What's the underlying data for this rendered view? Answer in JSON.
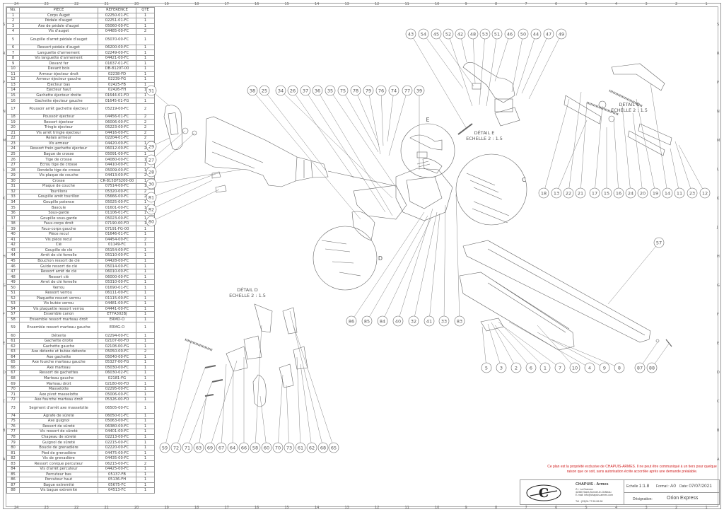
{
  "ruler": {
    "numbers": [
      "24",
      "23",
      "22",
      "21",
      "20",
      "19",
      "18",
      "17",
      "16",
      "15",
      "14",
      "13",
      "12",
      "11",
      "10",
      "9",
      "8",
      "7",
      "6",
      "5",
      "4",
      "3",
      "2",
      "1"
    ],
    "letters": [
      "S",
      "R",
      "P",
      "N",
      "M",
      "L",
      "K",
      "J",
      "H",
      "G",
      "F",
      "E",
      "D",
      "C",
      "B",
      "A"
    ]
  },
  "table": {
    "headers": {
      "no": "No.",
      "piece": "PIECE",
      "reference": "REFERENCE",
      "qte": "QTE"
    },
    "rows": [
      [
        "1",
        "Corps Auget",
        "02250-01-FC",
        "1"
      ],
      [
        "2",
        "Pédale d'auget",
        "02251-01-FC",
        "1"
      ],
      [
        "3",
        "Axe de pédale d'auget",
        "05060-00-FC",
        "1"
      ],
      [
        "4",
        "Vis d'auget",
        "04485-00-FC",
        "2"
      ],
      [
        "5",
        "Goupille d'arret pédale d'auget",
        "05070-00-FC",
        "1"
      ],
      [
        "6",
        "Ressort pédale d'auget",
        "06200-00-FC",
        "1"
      ],
      [
        "7",
        "Languette d'armement",
        "02249-00-FC",
        "1"
      ],
      [
        "8",
        "Vis languette d'armement",
        "04421-00-FC",
        "1"
      ],
      [
        "9",
        "Devant fer",
        "01637-01-FC",
        "1"
      ],
      [
        "10",
        "Devant bois",
        "DB-8120T-00",
        "1"
      ],
      [
        "11",
        "Armeur éjecteur droit",
        "02238-FD",
        "1"
      ],
      [
        "12",
        "Armeur éjecteur gauche",
        "02239-FG",
        "1"
      ],
      [
        "13",
        "Ejecteur bas",
        "02425-FB",
        "1"
      ],
      [
        "14",
        "Ejecteur haut",
        "02426-FH",
        "1"
      ],
      [
        "15",
        "Gachette éjecteur droite",
        "01644-01-FD",
        "1"
      ],
      [
        "16",
        "Gachette éjecteur gauche",
        "01645-01-FG",
        "1"
      ],
      [
        "17",
        "Poussoir arrêt gachette éjecteur",
        "05219-00-FC",
        "2"
      ],
      [
        "18",
        "Poussoir éjecteur",
        "04456-01-FC",
        "2"
      ],
      [
        "19",
        "Ressort éjecteur",
        "06006-00-FC",
        "2"
      ],
      [
        "20",
        "Tringle éjecteur",
        "05223-00-FC",
        "2"
      ],
      [
        "21",
        "Vis arrêt tringle éjecteur",
        "04416-00-FC",
        "2"
      ],
      [
        "22",
        "Relais armeur",
        "02204-01-FC",
        "2"
      ],
      [
        "23",
        "Vis armeur",
        "04420-00-FC",
        "1"
      ],
      [
        "24",
        "Ressort frein gachette éjecteur",
        "06012-00-FC",
        "2"
      ],
      [
        "25",
        "Bague de crosse",
        "05091-00-FC",
        "1"
      ],
      [
        "26",
        "Tige de crosse",
        "04080-00-FC",
        "1"
      ],
      [
        "27",
        "Ecrou tige de crosse",
        "04410-00-FC",
        "1"
      ],
      [
        "28",
        "Rondelle tige de crosse",
        "05009-00-FC",
        "1"
      ],
      [
        "29",
        "Vis plaque de couche",
        "04413-00-FC",
        "2"
      ],
      [
        "30",
        "Crosse",
        "CR-815DFS200-00",
        "1"
      ],
      [
        "31",
        "Plaque de couche",
        "07514-00-FC",
        "1"
      ],
      [
        "32",
        "Tourillons",
        "05320-00-FC",
        "2"
      ],
      [
        "33",
        "Goupille arrêt tourillon",
        "05666-00-FC",
        "2"
      ],
      [
        "34",
        "Goupille potence",
        "05025-00-FC",
        "1"
      ],
      [
        "35",
        "Bascule",
        "01601-00-FC",
        "1"
      ],
      [
        "36",
        "Sous-garde",
        "01106-01-FC",
        "1"
      ],
      [
        "37",
        "Goupille sous-garde",
        "05023-00-FC",
        "1"
      ],
      [
        "38",
        "Faux-corps droit",
        "07190-00-FD",
        "1"
      ],
      [
        "39",
        "Faux-corps gauche",
        "07191-FG-00",
        "1"
      ],
      [
        "40",
        "Pièce recul",
        "01646-01-FC",
        "1"
      ],
      [
        "41",
        "Vis pièce recul",
        "04454-00-FC",
        "2"
      ],
      [
        "42",
        "Clé",
        "01149-FC",
        "1"
      ],
      [
        "43",
        "Goupille de clé",
        "05154-00-FC",
        "1"
      ],
      [
        "44",
        "Arrêt de clé femelle",
        "05110-00-FC",
        "1"
      ],
      [
        "45",
        "Bouchon ressort de clé",
        "04428-00-FC",
        "1"
      ],
      [
        "46",
        "Guide ressort de clé",
        "05014-00-FC",
        "1"
      ],
      [
        "47",
        "Ressort arrêt de clé",
        "06010-00-FC",
        "1"
      ],
      [
        "48",
        "Ressort clé",
        "06000-00-FC",
        "1"
      ],
      [
        "49",
        "Arret de clé femelle",
        "05310-00-FC",
        "1"
      ],
      [
        "50",
        "Verrou",
        "01690-01-FC",
        "1"
      ],
      [
        "51",
        "Ressort verrou",
        "06111-00-FC",
        "1"
      ],
      [
        "52",
        "Plaquette ressort verrou",
        "01115-00-FC",
        "1"
      ],
      [
        "53",
        "Vis butée verrou",
        "04481-00-FC",
        "1"
      ],
      [
        "54",
        "Vis plaquette ressort verrou",
        "04441-00-FC",
        "1"
      ],
      [
        "57",
        "Ensemble canon",
        "ET7A302BJ",
        "1"
      ],
      [
        "58",
        "Ensemble ressort marteau droit",
        "ERMD-O",
        "1"
      ],
      [
        "59",
        "Ensemble ressort marteau gauche",
        "ERMG-O",
        "1"
      ],
      [
        "60",
        "Détente",
        "02294-00-FC",
        "1"
      ],
      [
        "61",
        "Gachette droite",
        "02107-00-FD",
        "1"
      ],
      [
        "62",
        "Gachette gauche",
        "02108-00-FG",
        "1"
      ],
      [
        "63",
        "Axe détente et butée détente",
        "05050-00-FC",
        "2"
      ],
      [
        "64",
        "Axe gachette",
        "05040-00-FC",
        "1"
      ],
      [
        "65",
        "Axe fourche marteau gauche",
        "05327-00-FG",
        "1"
      ],
      [
        "66",
        "Axe marteau",
        "05030-00-FC",
        "1"
      ],
      [
        "67",
        "Ressort de gachettes",
        "06030-02-FC",
        "1"
      ],
      [
        "68",
        "Marteau gauche",
        "02181-FG",
        "1"
      ],
      [
        "69",
        "Marteau droit",
        "02180-00-FD",
        "1"
      ],
      [
        "70",
        "Masselotte",
        "02295-00-FC",
        "1"
      ],
      [
        "71",
        "Axe pivot masselotte",
        "05006-00-FC",
        "1"
      ],
      [
        "72",
        "Axe fourche marteau droit",
        "05326-00-FD",
        "1"
      ],
      [
        "73",
        "Segment d'arrêt axe masselotte",
        "06505-00-FC",
        "1"
      ],
      [
        "74",
        "Agrafe de sûreté",
        "06050-01-FC",
        "1"
      ],
      [
        "75",
        "Axe guignol",
        "05063-00-FC",
        "1"
      ],
      [
        "76",
        "Ressort de sûreté",
        "06380-00-FC",
        "1"
      ],
      [
        "77",
        "Vis ressort de sûreté",
        "04401-00-FC",
        "1"
      ],
      [
        "78",
        "Chapeau de sûreté",
        "02213-00-FC",
        "1"
      ],
      [
        "79",
        "Guignol de sûreté",
        "02215-00-FC",
        "1"
      ],
      [
        "80",
        "Boucle de grenadière",
        "02220-00-FC",
        "1"
      ],
      [
        "81",
        "Pied de grenadière",
        "04475-00-FC",
        "1"
      ],
      [
        "82",
        "Vis de grenadière",
        "04435-00-FC",
        "1"
      ],
      [
        "83",
        "Ressort conique percuteur",
        "06215-00-FC",
        "2"
      ],
      [
        "84",
        "Vis d'arrêt percuteur",
        "04425-00-FC",
        "1"
      ],
      [
        "85",
        "Percuteur bas",
        "05137-FB",
        "1"
      ],
      [
        "86",
        "Percuteur haut",
        "05136-FH",
        "1"
      ],
      [
        "87",
        "Bague extremité",
        "05675-FC",
        "1"
      ],
      [
        "88",
        "Vis bague extremité",
        "04513-FC",
        "1"
      ]
    ]
  },
  "details": {
    "c_title": "DÉTAIL C",
    "c_scale": "ECHELLE 2 : 1.5",
    "e_title": "DÉTAIL E",
    "e_scale": "ECHELLE 2 : 1.5",
    "d_title": "DÉTAIL D",
    "d_scale": "ECHELLE 2 : 1.5",
    "letter_e": "E",
    "letter_c": "C",
    "letter_d": "D"
  },
  "callouts": {
    "detail_e_top": [
      "43",
      "54",
      "45",
      "52",
      "42",
      "48",
      "53",
      "51",
      "46",
      "50",
      "44",
      "47",
      "49"
    ],
    "detail_c_bottom": [
      "18",
      "13",
      "22",
      "21",
      "17",
      "15",
      "16",
      "24",
      "20",
      "19",
      "14",
      "11",
      "23",
      "12"
    ],
    "stock_top": [
      "38",
      "25",
      "34",
      "26",
      "37",
      "36",
      "35",
      "75",
      "78",
      "79",
      "76",
      "74",
      "77",
      "39"
    ],
    "left_column": [
      "31",
      "29",
      "27",
      "28",
      "30",
      "81",
      "82",
      "80"
    ],
    "barrel": [
      "57"
    ],
    "center_bottom": [
      "86",
      "85",
      "84",
      "40",
      "32",
      "41",
      "33",
      "83"
    ],
    "forend_bottom": [
      "5",
      "3",
      "2",
      "6",
      "1",
      "7",
      "10",
      "4",
      "9",
      "8"
    ],
    "muzzle": [
      "87",
      "88"
    ],
    "detail_d_bottom": [
      "59",
      "72",
      "71",
      "63",
      "69",
      "67",
      "64",
      "66",
      "58",
      "60",
      "70",
      "73",
      "61",
      "62",
      "68",
      "65"
    ]
  },
  "notice": "Ce plan est la propriété exclusive de CHAPUIS-ARMES. Il ne peut être communiqué à un tiers pour quelque raison que ce soit, sans autorisation écrite accordée après une demande préalable.",
  "title_block": {
    "company": "CHAPUIS - Armes",
    "address_1": "Z.I. La Gravoux",
    "address_2": "42380 Saint-Bonnet-le-Château",
    "email": "E-mail: info@chapuis-armes.com",
    "tel": "Tél : (33)04.77.50.06.96",
    "scale_label": "Echelle",
    "scale": "1:1.8",
    "format_label": "Format :",
    "format": "A0",
    "date_label": "Date:",
    "date": "07/07/2021",
    "designation_label": "Désignation:",
    "designation": "Orion Express"
  },
  "colors": {
    "line": "#666666",
    "notice": "#d02020"
  }
}
